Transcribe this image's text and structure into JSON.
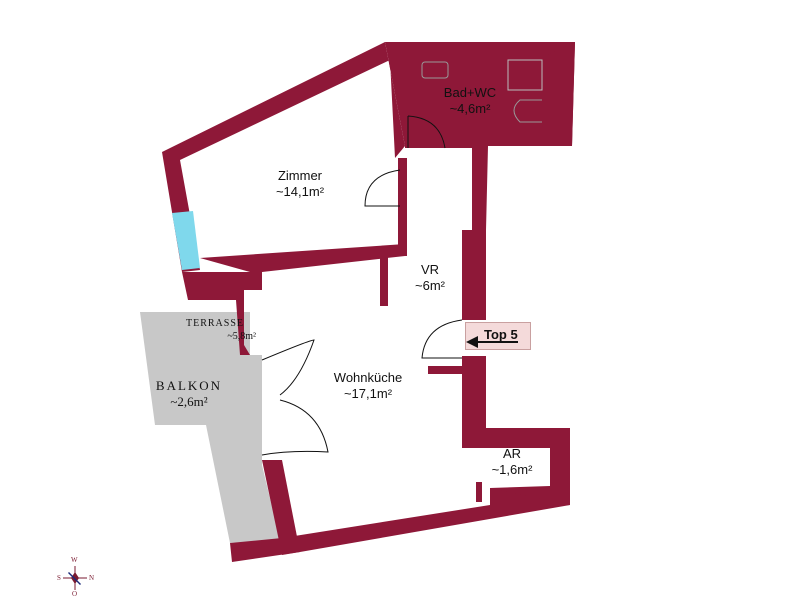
{
  "rooms": {
    "bad": {
      "name": "Bad+WC",
      "area": "~4,6m²"
    },
    "zimmer": {
      "name": "Zimmer",
      "area": "~14,1m²"
    },
    "vr": {
      "name": "VR",
      "area": "~6m²"
    },
    "wohnkueche": {
      "name": "Wohnküche",
      "area": "~17,1m²"
    },
    "ar": {
      "name": "AR",
      "area": "~1,6m²"
    }
  },
  "outdoor": {
    "terrasse": {
      "name": "TERRASSE",
      "area": "~5,8m²"
    },
    "balkon": {
      "name": "BALKON",
      "area": "~2,6m²"
    }
  },
  "entry": {
    "label": "Top 5"
  },
  "compass": {
    "n": "N",
    "s": "S",
    "w": "W",
    "o": "O"
  },
  "colors": {
    "wall": "#8e1838",
    "window": "#7fd8ec",
    "outdoor": "#c8c8c8",
    "entry_tag": "#f4dada"
  }
}
